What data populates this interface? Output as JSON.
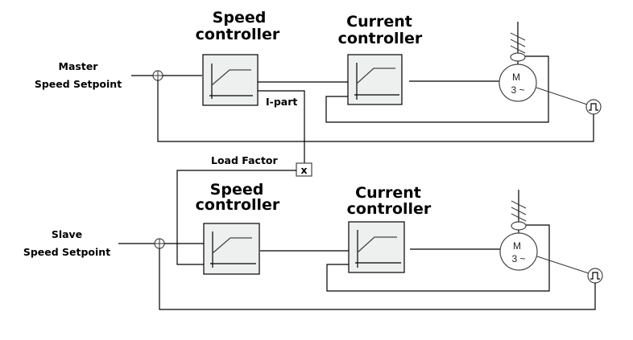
{
  "master": {
    "setpoint_label_line1": "Master",
    "setpoint_label_line2": "Speed Setpoint",
    "speed_controller_title_line1": "Speed",
    "speed_controller_title_line2": "controller",
    "current_controller_title_line1": "Current",
    "current_controller_title_line2": "controller",
    "motor_label_line1": "M",
    "motor_label_line2": "3 ~",
    "i_part_label": "I-part"
  },
  "coupling": {
    "load_factor_label": "Load Factor",
    "multiplier_symbol": "x"
  },
  "slave": {
    "setpoint_label_line1": "Slave",
    "setpoint_label_line2": "Speed Setpoint",
    "speed_controller_title_line1": "Speed",
    "speed_controller_title_line2": "controller",
    "current_controller_title_line1": "Current",
    "current_controller_title_line2": "controller",
    "motor_label_line1": "M",
    "motor_label_line2": "3 ~"
  },
  "icons": {
    "summing_junction": "summing-junction-icon",
    "controller_characteristic": "limiter-ramp-icon",
    "motor": "three-phase-motor-icon",
    "current_sensor": "current-sensor-icon",
    "encoder": "pulse-encoder-icon",
    "shaft": "motor-shaft-icon"
  }
}
